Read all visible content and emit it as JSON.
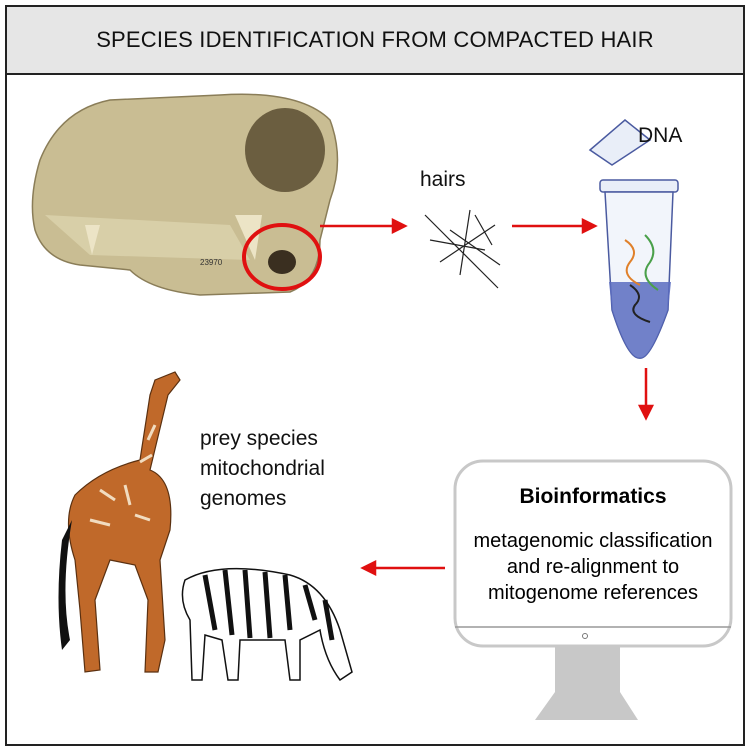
{
  "title": "SPECIES IDENTIFICATION FROM COMPACTED HAIR",
  "labels": {
    "hairs": "hairs",
    "dna": "DNA",
    "prey_line1": "prey species",
    "prey_line2": "mitochondrial",
    "prey_line3": "genomes"
  },
  "bioinformatics": {
    "title": "Bioinformatics",
    "line1": "metagenomic classification",
    "line2": "and re-alignment to",
    "line3": "mitogenome references"
  },
  "skull_specimen_number": "23970",
  "colors": {
    "arrow": "#e01010",
    "header_bg": "#e6e6e6",
    "monitor": "#c8c8c8"
  }
}
